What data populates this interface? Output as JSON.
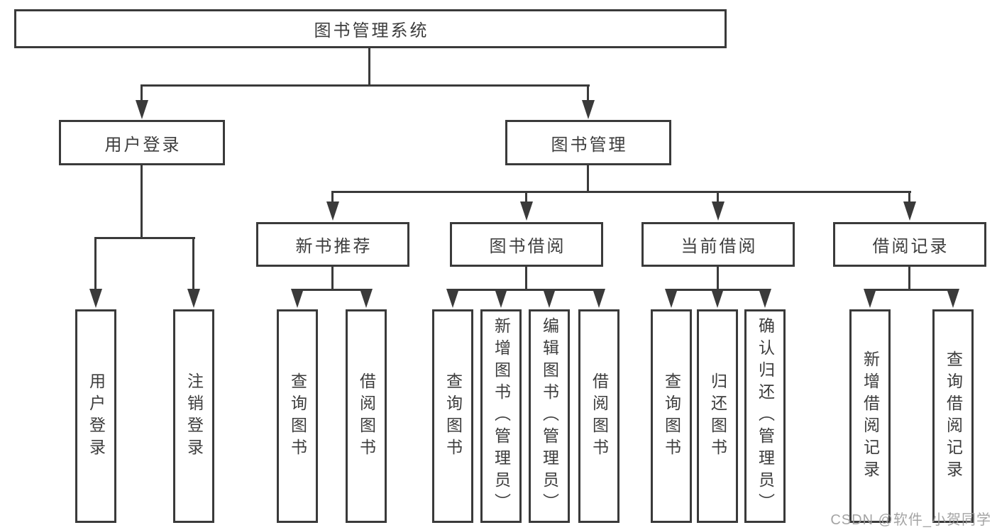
{
  "tree": {
    "root": {
      "label": "图书管理系统"
    },
    "user_login": {
      "label": "用户登录",
      "children": {
        "login": {
          "label": "用户登录"
        },
        "logout": {
          "label": "注销登录"
        }
      }
    },
    "book_mgmt": {
      "label": "图书管理",
      "children": {
        "new_book_rec": {
          "label": "新书推荐",
          "children": {
            "query_books": {
              "label": "查询图书"
            },
            "borrow_books": {
              "label": "借阅图书"
            }
          }
        },
        "book_borrow": {
          "label": "图书借阅",
          "children": {
            "query_books": {
              "label": "查询图书"
            },
            "add_books": {
              "label": "新增图书（管理员）"
            },
            "edit_books": {
              "label": "编辑图书（管理员）"
            },
            "borrow_books": {
              "label": "借阅图书"
            }
          }
        },
        "current_borrow": {
          "label": "当前借阅",
          "children": {
            "query_books": {
              "label": "查询图书"
            },
            "return_books": {
              "label": "归还图书"
            },
            "confirm_return": {
              "label": "确认归还（管理员）"
            }
          }
        },
        "borrow_record": {
          "label": "借阅记录",
          "children": {
            "add_record": {
              "label": "新增借阅记录"
            },
            "query_record": {
              "label": "查询借阅记录"
            }
          }
        }
      }
    }
  },
  "watermark": {
    "text": "CSDN @软件_小贺同学"
  },
  "colors": {
    "line": "#3a3a3a",
    "text": "#3d3d3d",
    "background": "#ffffff",
    "watermark": "#9b9b9b"
  }
}
